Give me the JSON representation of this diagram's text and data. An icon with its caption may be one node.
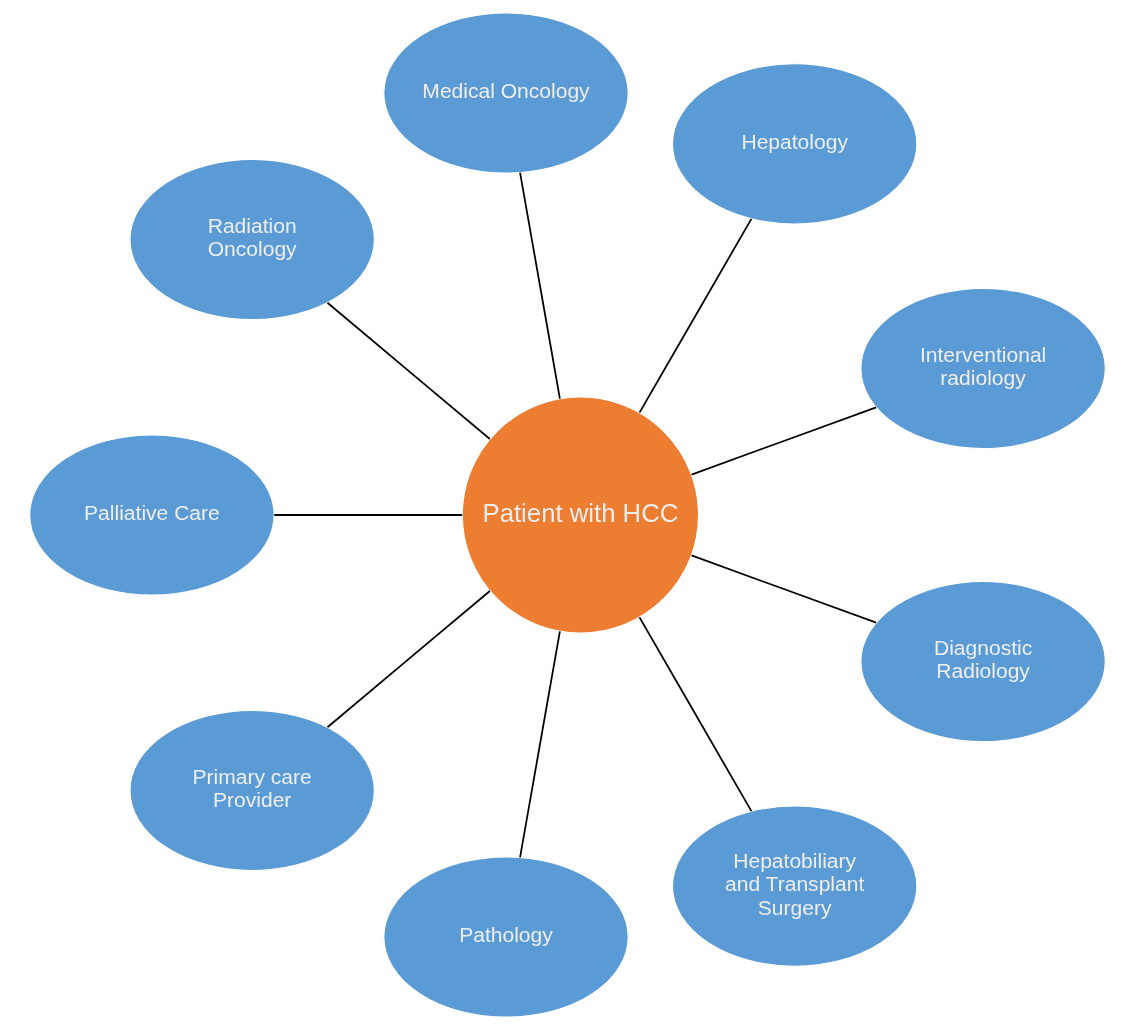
{
  "diagram": {
    "nodes": [
      {
        "text": [
          "Patient with HCC"
        ]
      },
      {
        "text": [
          "Interventional radiology"
        ]
      },
      {
        "text": [
          "Hepatology"
        ]
      },
      {
        "text": [
          "Medical Oncology"
        ]
      },
      {
        "text": [
          "Radiation Oncology"
        ]
      },
      {
        "text": [
          "Palliative Care"
        ]
      },
      {
        "text": [
          "Primary care Provider"
        ]
      },
      {
        "text": [
          "Pathology"
        ]
      },
      {
        "text": [
          "Hepatobiliary and Transplant Surgery"
        ]
      },
      {
        "text": [
          "Diagnostic Radiology"
        ]
      }
    ],
    "edges": [
      {
        "from": 0,
        "to": 1,
        "arrow": "none"
      },
      {
        "from": 0,
        "to": 2,
        "arrow": "none"
      },
      {
        "from": 0,
        "to": 3,
        "arrow": "none"
      },
      {
        "from": 0,
        "to": 4,
        "arrow": "none"
      },
      {
        "from": 0,
        "to": 5,
        "arrow": "none"
      },
      {
        "from": 0,
        "to": 6,
        "arrow": "none"
      },
      {
        "from": 0,
        "to": 7,
        "arrow": "none"
      },
      {
        "from": 0,
        "to": 8,
        "arrow": "none"
      },
      {
        "from": 0,
        "to": 9,
        "arrow": "none"
      }
    ]
  }
}
